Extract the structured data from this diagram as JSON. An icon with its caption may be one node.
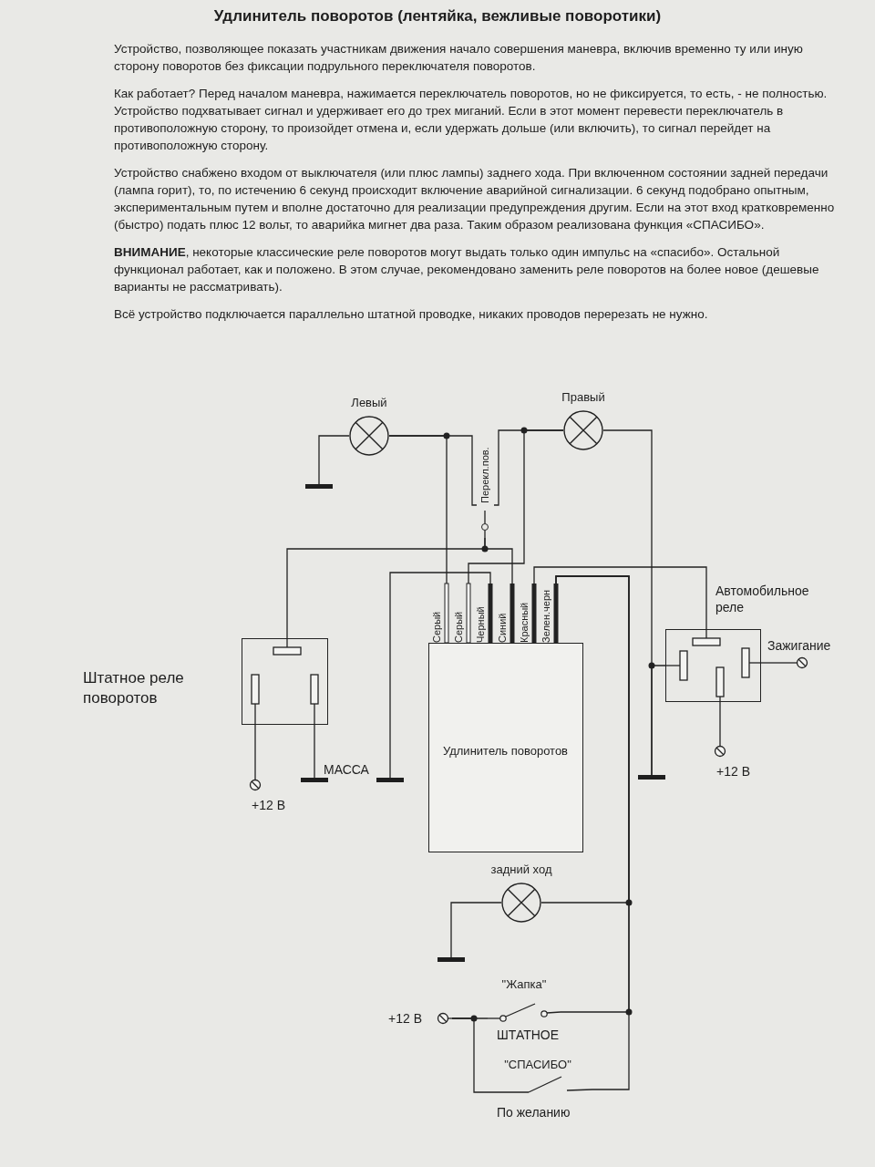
{
  "diagram": {
    "title": "Удлинитель поворотов (лентяйка, вежливые поворотики)",
    "nodes": [
      {
        "text": [
          "Левый"
        ]
      },
      {
        "text": [
          "Правый"
        ]
      },
      {
        "text": [],
        "shape": "bar"
      },
      {
        "text": [
          "Перекл.пов."
        ]
      },
      {
        "text": [
          "Штатное реле поворотов"
        ]
      },
      {
        "text": [
          "Автомобильное реле"
        ]
      },
      {
        "text": [
          "Серый"
        ]
      },
      {
        "text": [
          "Серый"
        ]
      },
      {
        "text": [
          "Черный"
        ]
      },
      {
        "text": [
          "Синий"
        ]
      },
      {
        "text": [
          "Красный"
        ]
      },
      {
        "text": [
          "Зелен.черн"
        ]
      },
      {
        "text": [
          "Удлинитель поворотов"
        ]
      },
      {
        "text": [
          "Зажигание"
        ]
      },
      {
        "text": [
          "+12 В"
        ]
      },
      {
        "text": [],
        "shape": "bar"
      },
      {
        "text": [],
        "shape": "bar",
        "beside": [
          "МАССА"
        ]
      },
      {
        "text": [],
        "shape": "bar"
      },
      {
        "text": [
          "+12 В"
        ]
      },
      {
        "text": [
          "задний ход"
        ]
      },
      {
        "text": [],
        "shape": "bar"
      },
      {
        "text": [
          "+12 В"
        ]
      },
      {
        "text": [
          "\"Жапка\""
        ],
        "beside": [
          "ШТАТНОЕ"
        ]
      },
      {
        "text": [
          "\"СПАСИБО\""
        ],
        "beside": [
          "По желанию"
        ]
      }
    ],
    "edges": [
      {
        "from": 2,
        "to": 0,
        "arrow": "none"
      },
      {
        "from": 0,
        "to": 3,
        "arrow": "none"
      },
      {
        "from": 0,
        "to": 6,
        "arrow": "none"
      },
      {
        "from": 1,
        "to": 3,
        "arrow": "none"
      },
      {
        "from": 1,
        "to": 7,
        "arrow": "none"
      },
      {
        "from": 3,
        "to": 4,
        "arrow": "none"
      },
      {
        "from": 3,
        "to": 9,
        "arrow": "none"
      },
      {
        "from": 8,
        "to": 16,
        "arrow": "none"
      },
      {
        "from": 10,
        "to": 5,
        "arrow": "none"
      },
      {
        "from": 1,
        "to": 17,
        "arrow": "none"
      },
      {
        "from": 5,
        "to": 17,
        "arrow": "none"
      },
      {
        "from": 11,
        "to": 19,
        "arrow": "none"
      },
      {
        "from": 11,
        "to": 22,
        "arrow": "none"
      },
      {
        "from": 11,
        "to": 23,
        "arrow": "none"
      },
      {
        "from": 20,
        "to": 19,
        "arrow": "none"
      },
      {
        "from": 21,
        "to": 22,
        "arrow": "none"
      },
      {
        "from": 21,
        "to": 23,
        "arrow": "none"
      },
      {
        "from": 4,
        "to": 14,
        "arrow": "none"
      },
      {
        "from": 4,
        "to": 15,
        "arrow": "none"
      },
      {
        "from": 5,
        "to": 13,
        "arrow": "none"
      },
      {
        "from": 5,
        "to": 18,
        "arrow": "none"
      }
    ],
    "labels": [
      "Устройство, позволяющее показать участникам движения начало совершения маневра, включив временно ту или иную сторону поворотов без фиксации подрульного переключателя поворотов.",
      "Как работает? Перед началом маневра, нажимается переключатель поворотов, но не фиксируется, то есть, - не полностью. Устройство подхватывает сигнал и удерживает его до трех миганий. Если в этот момент перевести переключатель в противоположную сторону, то произойдет отмена и, если удержать дольше (или включить), то сигнал перейдет на противоположную сторону.",
      "Устройство снабжено входом от выключателя (или плюс лампы) заднего хода. При включенном состоянии задней передачи (лампа горит), то, по истечению 6 секунд происходит включение аварийной сигнализации. 6 секунд подобрано опытным, экспериментальным путем и вполне достаточно для реализации предупреждения другим. Если на этот вход кратковременно (быстро) подать плюс 12 вольт, то аварийка мигнет два раза. Таким образом реализована функция «СПАСИБО».",
      "**ВНИМАНИЕ**, некоторые классические реле поворотов могут выдать только один импульс на «спасибо». Остальной функционал работает, как и положено. В этом случае, рекомендовано заменить реле поворотов на более новое (дешевые варианты не рассматривать).",
      "Всё устройство подключается параллельно штатной проводке, никаких проводов перерезать не нужно."
    ]
  }
}
